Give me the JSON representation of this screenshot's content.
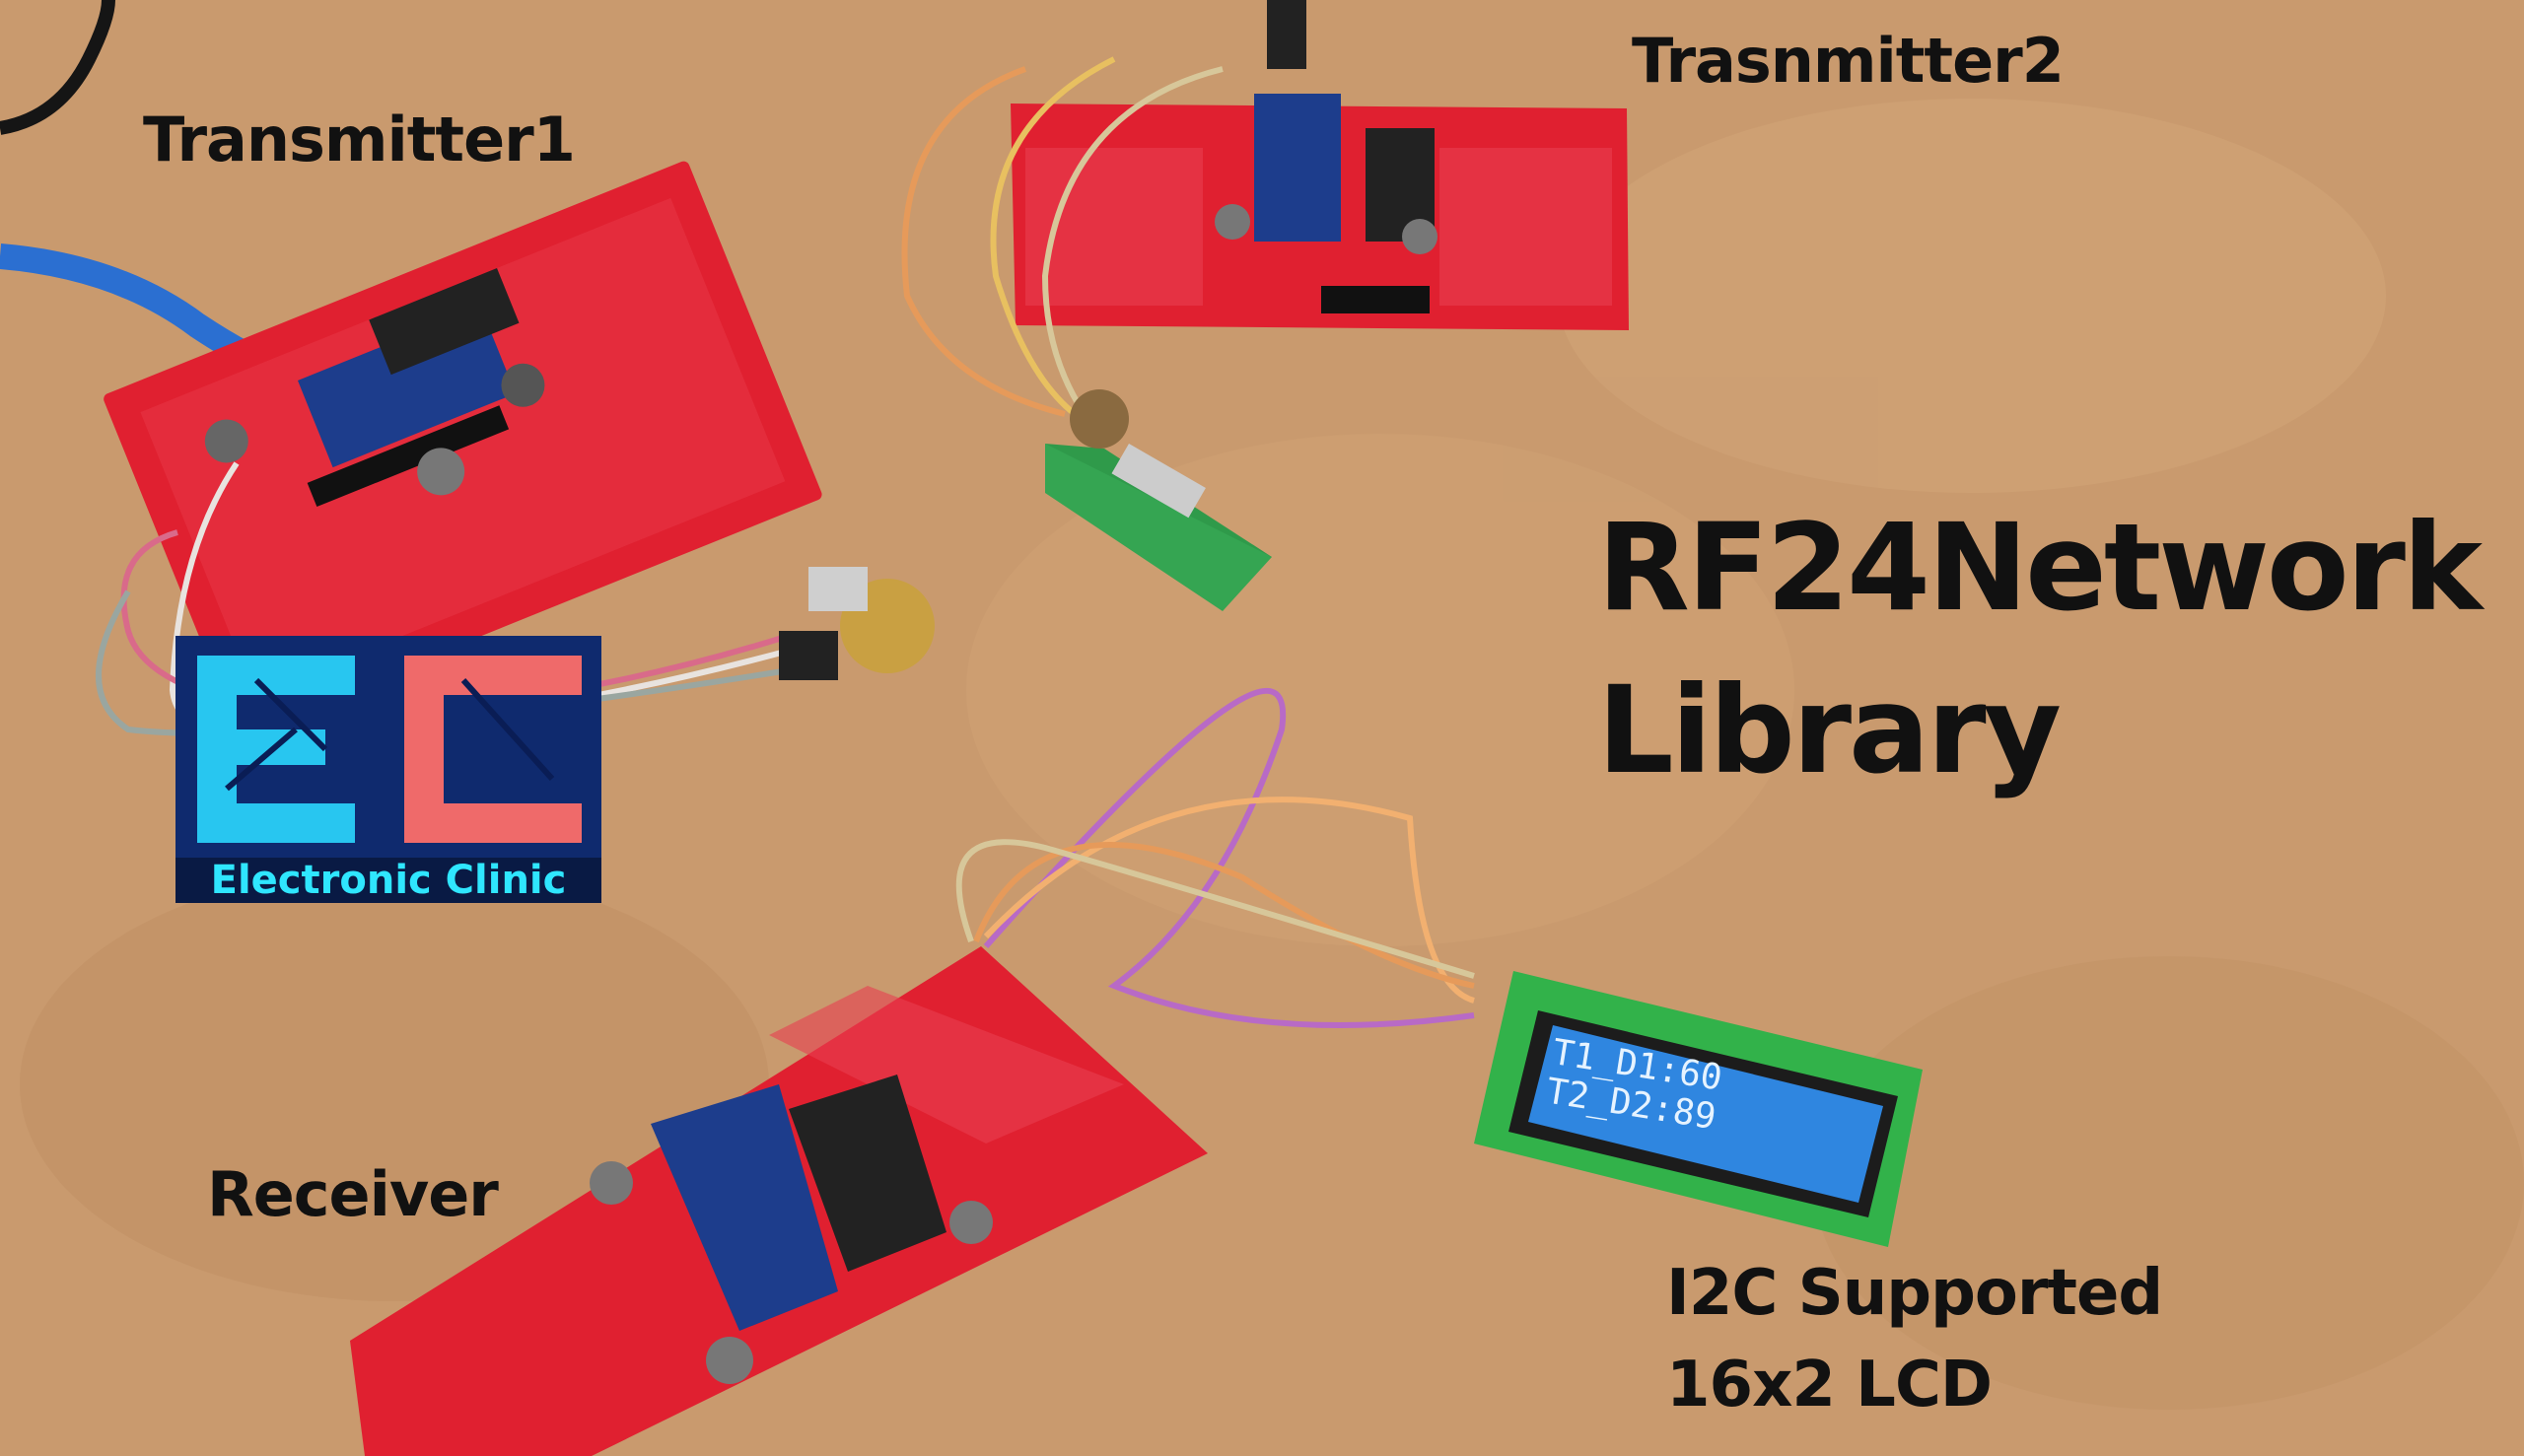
{
  "labels": {
    "transmitter1": "Transmitter1",
    "transmitter2": "Trasnmitter2",
    "receiver": "Receiver",
    "title_line1": "RF24Network",
    "title_line2": "Library",
    "lcd_caption_line1": "I2C Supported",
    "lcd_caption_line2": "16x2 LCD"
  },
  "logo": {
    "letters": "EC",
    "caption": "Electronic Clinic"
  },
  "lcd_display": {
    "line1": "T1_D1:60",
    "line2": "T2_D2:89"
  },
  "colors": {
    "table": "#c99a6e",
    "pcb": "#e02030",
    "arduino": "#1d3d8c",
    "lcd_screen": "#2f86e0",
    "logo_bg": "#0f2a6e",
    "logo_accent": "#2fe6ff"
  }
}
